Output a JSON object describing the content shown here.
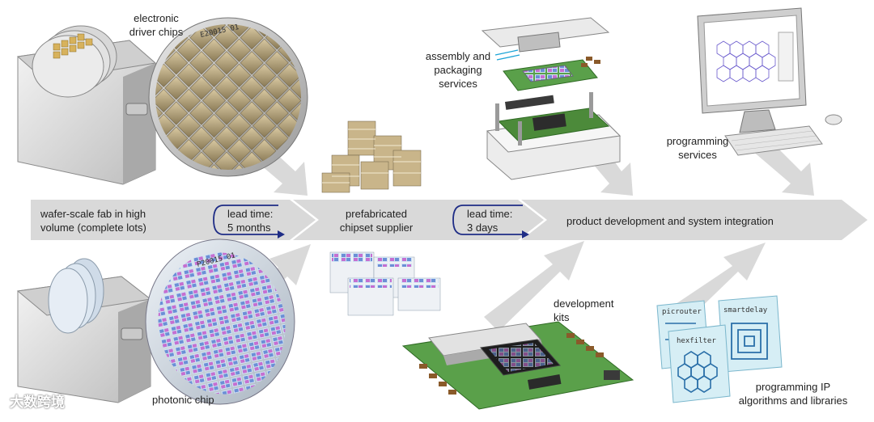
{
  "pipeline": {
    "stage1_line1": "wafer-scale fab in high",
    "stage1_line2": "volume (complete lots)",
    "lead1_title": "lead time:",
    "lead1_value": "5 months",
    "stage2_line1": "prefabricated",
    "stage2_line2": "chipset supplier",
    "lead2_title": "lead time:",
    "lead2_value": "3 days",
    "stage3": "product development and system integration"
  },
  "inputs": {
    "electronic_line1": "electronic",
    "electronic_line2": "driver chips",
    "photonic": "photonic chip",
    "assembly_line1": "assembly and",
    "assembly_line2": "packaging",
    "assembly_line3": "services",
    "programming_line1": "programming",
    "programming_line2": "services",
    "devkits_line1": "development",
    "devkits_line2": "kits",
    "ip_line1": "programming IP",
    "ip_line2": "algorithms and libraries"
  },
  "ip_cards": {
    "card1": "picrouter",
    "card2": "hexfilter",
    "card3": "smartdelay"
  },
  "wafer_labels": {
    "electronic": "E20015 01",
    "photonic": "P20015 01"
  },
  "watermark": "大数跨境",
  "colors": {
    "arrow_gray": "#d9d9d9",
    "lead_arrow": "#1f2d86",
    "board_green": "#4c8a3a",
    "ip_card": "#d6eef5",
    "ip_lines": "#2a6fa8"
  }
}
